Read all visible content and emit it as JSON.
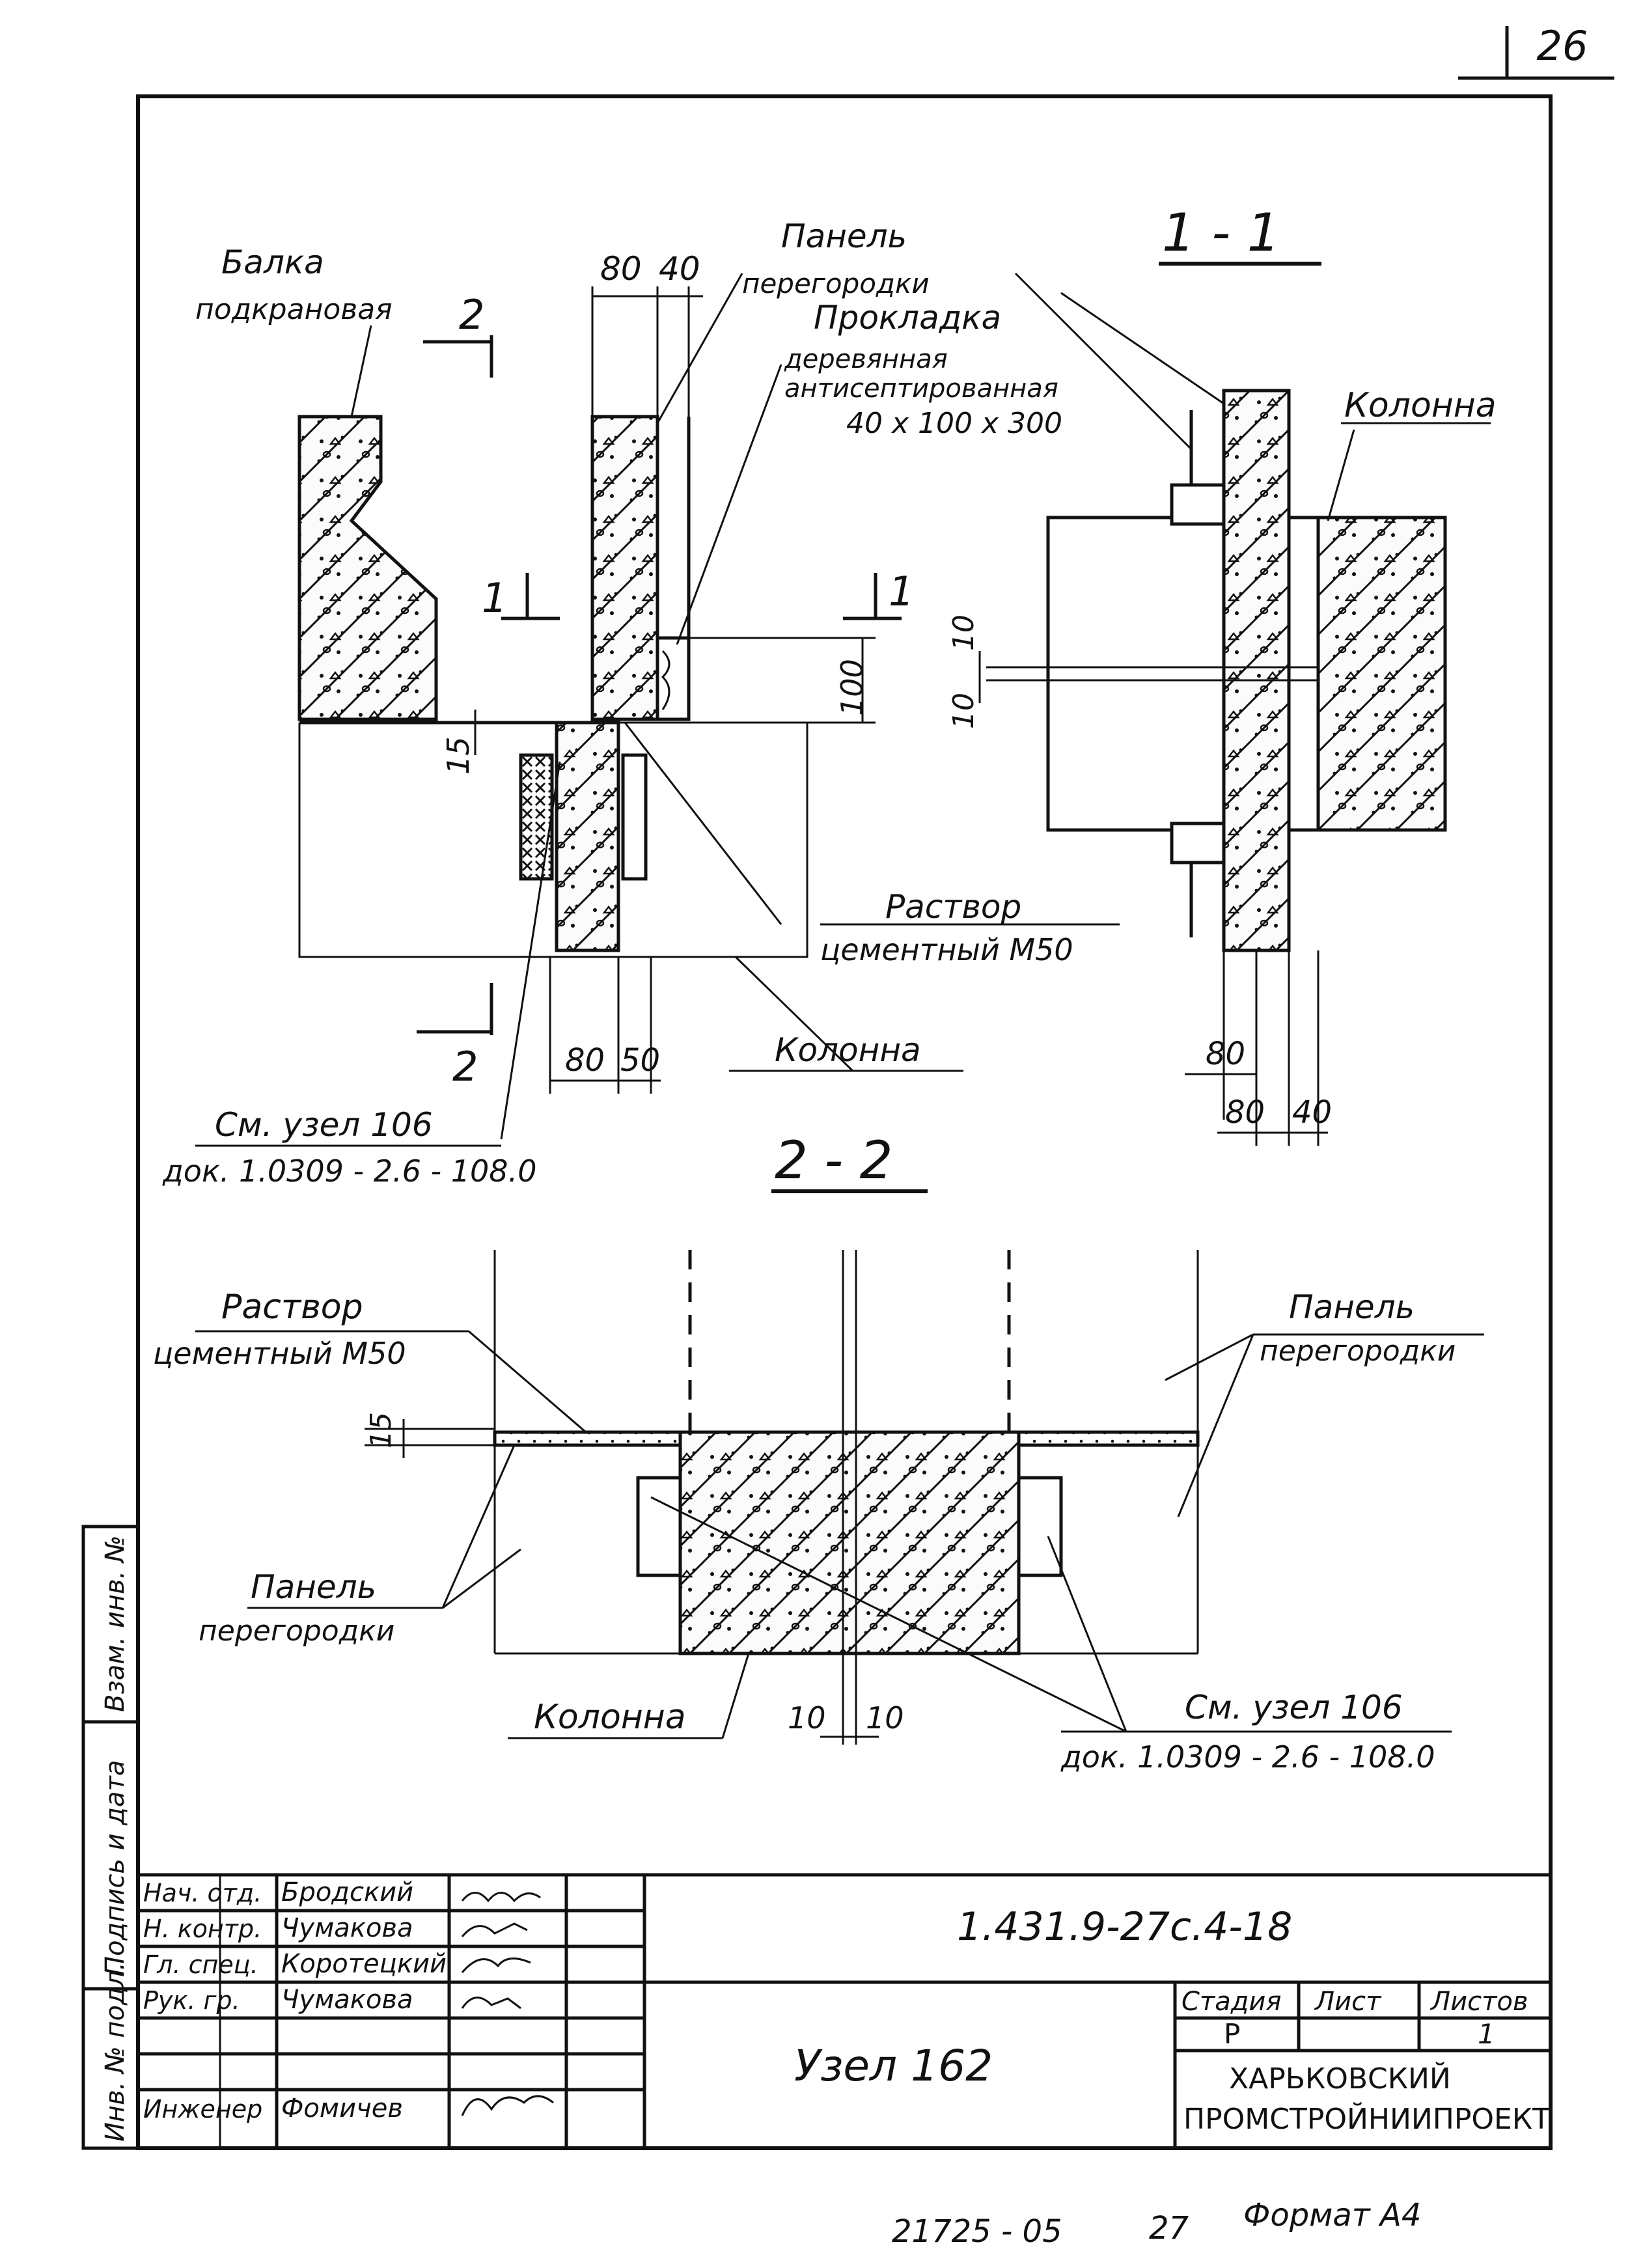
{
  "sheet_number": "26",
  "sections": {
    "sec11": "1 - 1",
    "sec22": "2 - 2",
    "cut1_left": "1",
    "cut1_right": "1",
    "cut2_top": "2",
    "cut2_bottom": "2"
  },
  "plan": {
    "beam_label_1": "Балка",
    "beam_label_2": "подкрановая",
    "panel_label_1": "Панель",
    "panel_label_2": "перегородки",
    "pad_label_1": "Прокладка",
    "pad_label_2": "деревянная",
    "pad_label_3": "антисептированная",
    "pad_size": "40 x 100 x 300",
    "mortar_label_1": "Раствор",
    "mortar_label_2": "цементный М50",
    "column_label": "Колонна",
    "ref_label_1": "См. узел 106",
    "ref_label_2": "док. 1.0309 - 2.6 - 108.0",
    "dim_80": "80",
    "dim_40": "40",
    "dim_100": "100",
    "dim_15": "15",
    "dim_80b": "80",
    "dim_50": "50"
  },
  "section11": {
    "column_label": "Колонна",
    "dim_10a": "10",
    "dim_10b": "10",
    "dim_80a": "80",
    "dim_80b": "80",
    "dim_40": "40"
  },
  "section22": {
    "mortar_label_1": "Раствор",
    "mortar_label_2": "цементный М50",
    "panel_right_1": "Панель",
    "panel_right_2": "перегородки",
    "panel_left_1": "Панель",
    "panel_left_2": "перегородки",
    "column_label": "Колонна",
    "ref_label_1": "См. узел 106",
    "ref_label_2": "док. 1.0309 - 2.6 - 108.0",
    "dim_15": "15",
    "dim_10a": "10",
    "dim_10b": "10"
  },
  "side_stamp": {
    "inv_orig": "Инв. № подл.",
    "sign_date": "Подпись и дата",
    "replace_inv": "Взам. инв. №"
  },
  "title_block": {
    "rows": [
      {
        "role": "Нач. отд.",
        "name": "Бродский"
      },
      {
        "role": "Н. контр.",
        "name": "Чумакова"
      },
      {
        "role": "Гл. спец.",
        "name": "Коротецкий"
      },
      {
        "role": "Рук. гр.",
        "name": "Чумакова"
      },
      {
        "role": "",
        "name": ""
      },
      {
        "role": "",
        "name": ""
      },
      {
        "role": "Инженер",
        "name": "Фомичев"
      }
    ],
    "doc_code": "1.431.9-27с.4-18",
    "title": "Узел 162",
    "stage_header": "Стадия",
    "sheet_header": "Лист",
    "sheets_header": "Листов",
    "stage_value": "Р",
    "sheet_value": "",
    "sheets_value": "1",
    "org_1": "ХАРЬКОВСКИЙ",
    "org_2": "ПРОМСТРОЙНИИПРОЕКТ"
  },
  "footer": {
    "inventory": "21725 - 05",
    "page": "27",
    "format": "Формат А4"
  }
}
